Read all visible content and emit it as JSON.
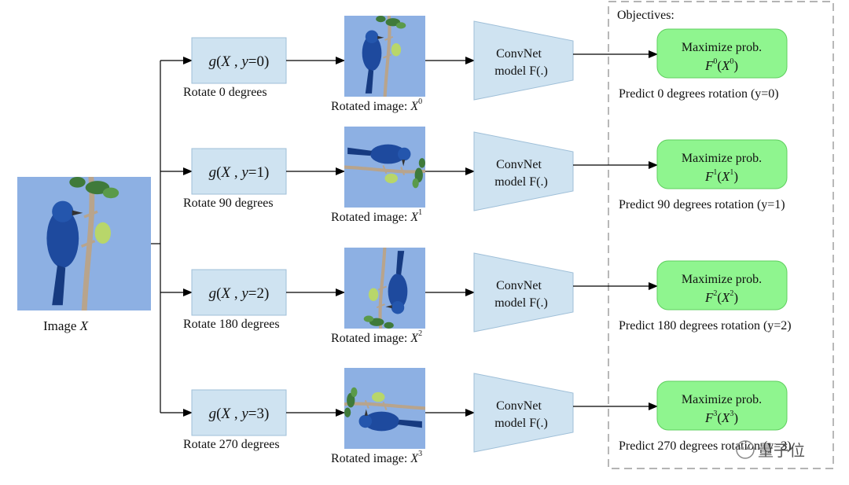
{
  "image_label": {
    "prefix": "Image ",
    "var": "X"
  },
  "objectives_title": "Objectives:",
  "rows": [
    {
      "y": "0",
      "rotate_label": "Rotate 0 degrees",
      "rotated_prefix": "Rotated image: ",
      "x_sup": "0",
      "convnet_1": "ConvNet",
      "convnet_2": "model F(.)",
      "obj_1": "Maximize prob.",
      "f_sup": "0",
      "predict": "Predict 0 degrees rotation (y=0)"
    },
    {
      "y": "1",
      "rotate_label": "Rotate 90 degrees",
      "rotated_prefix": "Rotated image: ",
      "x_sup": "1",
      "convnet_1": "ConvNet",
      "convnet_2": "model F(.)",
      "obj_1": "Maximize prob.",
      "f_sup": "1",
      "predict": "Predict 90 degrees rotation (y=1)"
    },
    {
      "y": "2",
      "rotate_label": "Rotate 180 degrees",
      "rotated_prefix": "Rotated image: ",
      "x_sup": "2",
      "convnet_1": "ConvNet",
      "convnet_2": "model F(.)",
      "obj_1": "Maximize prob.",
      "f_sup": "2",
      "predict": "Predict 180 degrees rotation (y=2)"
    },
    {
      "y": "3",
      "rotate_label": "Rotate 270 degrees",
      "rotated_prefix": "Rotated image: ",
      "x_sup": "3",
      "convnet_1": "ConvNet",
      "convnet_2": "model F(.)",
      "obj_1": "Maximize prob.",
      "f_sup": "3",
      "predict": "Predict 270 degrees rotation (y=3)"
    }
  ],
  "watermark": "量子位",
  "colors": {
    "transform_fill": "#cfe3f1",
    "transform_stroke": "#9fbfd8",
    "objective_fill": "#8ff58f",
    "objective_stroke": "#5fcf5f",
    "photo_sky": "#8db0e3",
    "bird": "#1e4a9e"
  }
}
